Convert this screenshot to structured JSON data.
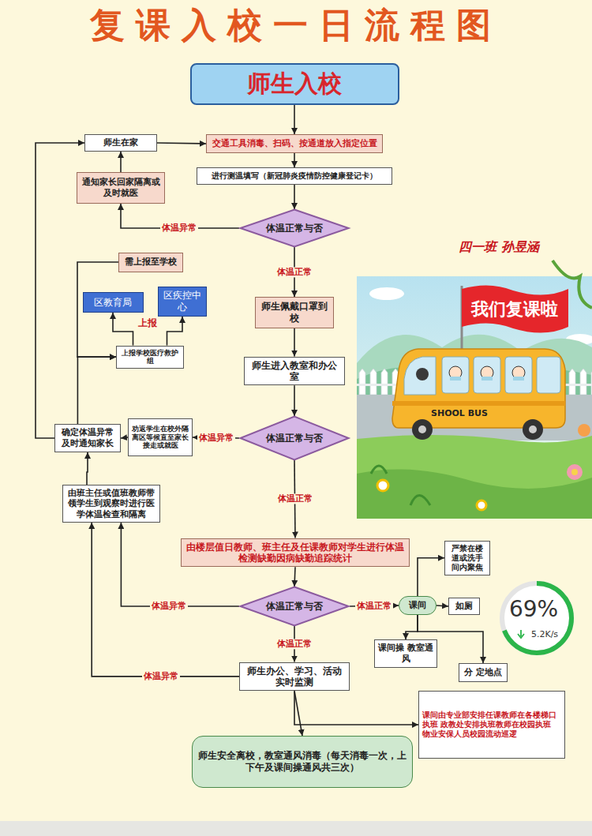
{
  "diagram": {
    "title": "复课入校一日流程图",
    "nodes": [
      {
        "text": [
          "师生入校"
        ]
      },
      {
        "text": [
          "师生在家"
        ]
      },
      {
        "text": [
          "交通工具消毒、扫码、按通道放入指定位置"
        ]
      },
      {
        "text": [
          "进行测温填写（新冠肺炎疫情防控健康登记卡）"
        ]
      },
      {
        "text": [
          "通知家长回家隔离或及时就医"
        ]
      },
      {
        "text": [
          "体温正常与否"
        ]
      },
      {
        "text": [
          "需上报至学校"
        ]
      },
      {
        "text": [
          "区教育局"
        ]
      },
      {
        "text": [
          "区疾控中心"
        ]
      },
      {
        "text": [
          "上报学校医疗救护组"
        ]
      },
      {
        "text": [
          "师生佩戴口罩到校"
        ]
      },
      {
        "text": [
          "师生进入教室和办公室"
        ]
      },
      {
        "text": [
          "确定体温异常及时通知家长"
        ]
      },
      {
        "text": [
          "劝返学生在校外隔离区等候直至家长接走或就医"
        ]
      },
      {
        "text": [
          "体温正常与否"
        ]
      },
      {
        "text": [
          "由班主任或值班教师带领学生到观察时进行医学体温检查和隔离"
        ]
      },
      {
        "text": [
          "由楼层值日教师、班主任及任课教师对学生进行体温检测缺勤因病缺勤追踪统计"
        ]
      },
      {
        "text": [
          "体温正常与否"
        ]
      },
      {
        "text": [
          "课间"
        ]
      },
      {
        "text": [
          "严禁在楼道或洗手间内聚焦"
        ]
      },
      {
        "text": [
          "如厕"
        ]
      },
      {
        "text": [
          "课间操 教室通风"
        ]
      },
      {
        "text": [
          "分 定地点"
        ]
      },
      {
        "text": [
          "师生办公、学习、活动实时监测"
        ]
      },
      {
        "text": [
          "课间由专业部安排任课教师在各楼梯口执班 政教处安排执班教师在校园执班 物业安保人员校园流动巡逻"
        ]
      },
      {
        "text": [
          "师生安全离校，教室通风消毒（每天消毒一次，上下午及课间操通风共三次）"
        ]
      }
    ],
    "edges": [
      {
        "from": 0,
        "to": 2,
        "arrow": "to"
      },
      {
        "from": 1,
        "to": 2,
        "arrow": "to"
      },
      {
        "from": 2,
        "to": 3,
        "arrow": "to"
      },
      {
        "from": 3,
        "to": 5,
        "arrow": "to"
      },
      {
        "from": 5,
        "to": 4,
        "label": "体温异常",
        "arrow": "to"
      },
      {
        "from": 4,
        "to": 1,
        "arrow": "to"
      },
      {
        "from": 5,
        "to": 10,
        "label": "体温正常",
        "arrow": "to"
      },
      {
        "from": 10,
        "to": 11,
        "arrow": "to"
      },
      {
        "from": 11,
        "to": 14,
        "arrow": "to"
      },
      {
        "from": 14,
        "to": 13,
        "label": "体温异常",
        "arrow": "to"
      },
      {
        "from": 13,
        "to": 12,
        "arrow": "to"
      },
      {
        "from": 12,
        "to": 1,
        "arrow": "to"
      },
      {
        "from": 12,
        "to": 9,
        "arrow": "to"
      },
      {
        "from": 6,
        "to": 9,
        "arrow": "to"
      },
      {
        "from": 9,
        "to": 7,
        "arrow": "to"
      },
      {
        "from": 9,
        "to": 8,
        "arrow": "to"
      },
      {
        "from": 15,
        "to": 12,
        "arrow": "to"
      },
      {
        "from": 14,
        "to": 16,
        "label": "体温正常",
        "arrow": "to"
      },
      {
        "from": 16,
        "to": 17,
        "arrow": "to"
      },
      {
        "from": 17,
        "to": 15,
        "label": "体温异常",
        "arrow": "to"
      },
      {
        "from": 17,
        "to": 18,
        "label": "体温正常",
        "arrow": "to"
      },
      {
        "from": 18,
        "to": 19,
        "arrow": "to"
      },
      {
        "from": 18,
        "to": 20,
        "arrow": "to"
      },
      {
        "from": 18,
        "to": 21,
        "arrow": "to"
      },
      {
        "from": 18,
        "to": 22,
        "arrow": "to"
      },
      {
        "from": 17,
        "to": 23,
        "label": "体温正常",
        "arrow": "to"
      },
      {
        "from": 23,
        "to": 15,
        "label": "体温异常",
        "arrow": "to"
      },
      {
        "from": 23,
        "to": 25,
        "arrow": "to"
      },
      {
        "from": 23,
        "to": 24,
        "arrow": "to"
      }
    ],
    "labels": [
      "上报",
      "四一班 孙昱涵",
      "我们复课啦",
      "SHOOL BUS",
      "69%",
      "5.2K/s"
    ]
  }
}
